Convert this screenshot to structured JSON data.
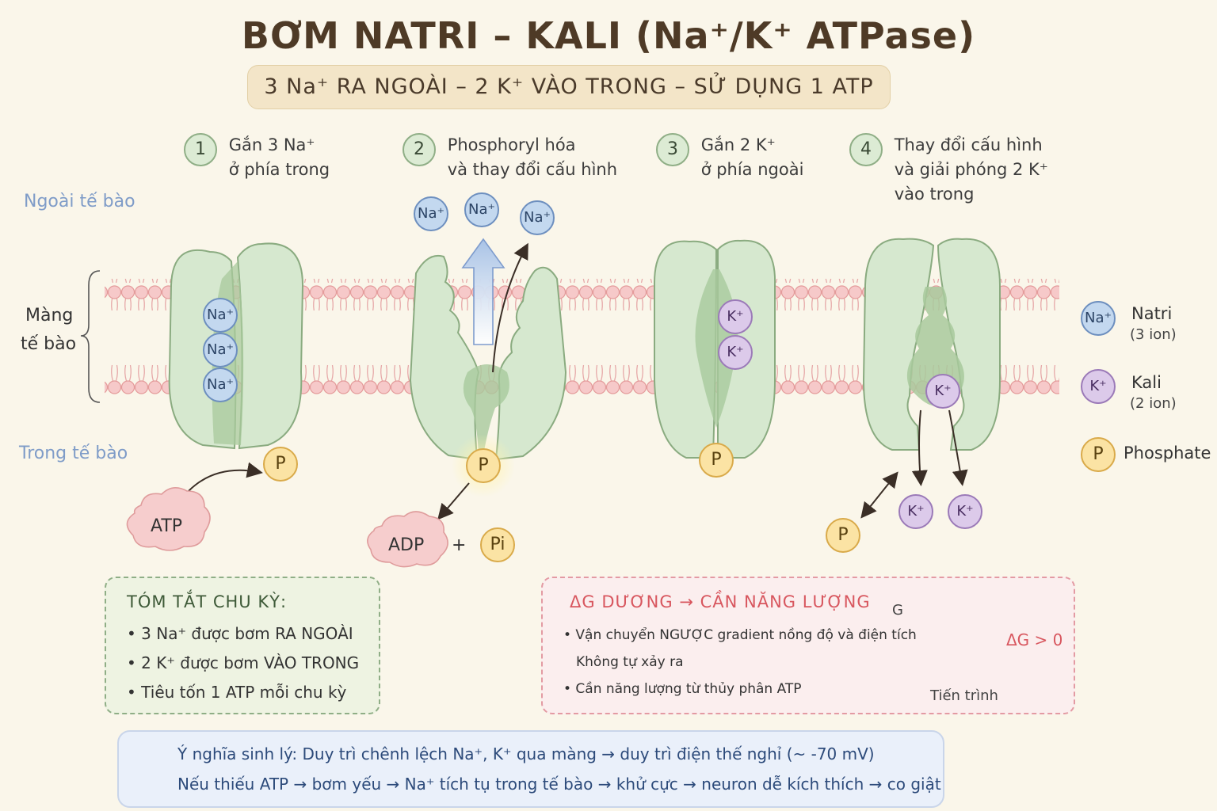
{
  "title": "BƠM NATRI – KALI (Na⁺/K⁺ ATPase)",
  "subtitle": "3 Na⁺ RA NGOÀI – 2 K⁺ VÀO TRONG – SỬ DỤNG 1 ATP",
  "side_labels": {
    "outside": "Ngoài tế bào",
    "membrane_line1": "Màng",
    "membrane_line2": "tế bào",
    "inside": "Trong tế bào"
  },
  "steps": [
    {
      "num": "1",
      "line1": "Gắn 3 Na⁺",
      "line2": "ở phía trong",
      "line3": ""
    },
    {
      "num": "2",
      "line1": "Phosphoryl hóa",
      "line2": "và thay đổi cấu hình",
      "line3": ""
    },
    {
      "num": "3",
      "line1": "Gắn 2 K⁺",
      "line2": "ở phía ngoài",
      "line3": ""
    },
    {
      "num": "4",
      "line1": "Thay đổi cấu hình",
      "line2": "và giải phóng 2 K⁺",
      "line3": "vào trong"
    }
  ],
  "ions": {
    "na": "Na⁺",
    "k": "K⁺",
    "p": "P",
    "pi": "Pi"
  },
  "molecules": {
    "atp": "ATP",
    "adp": "ADP",
    "plus": "+"
  },
  "legend": [
    {
      "symbol": "Na⁺",
      "label": "Natri",
      "sub": "(3 ion)",
      "type": "na"
    },
    {
      "symbol": "K⁺",
      "label": "Kali",
      "sub": "(2 ion)",
      "type": "k"
    },
    {
      "symbol": "P",
      "label": "Phosphate",
      "sub": "",
      "type": "p"
    }
  ],
  "summary": {
    "heading": "TÓM TẮT CHU KỲ:",
    "items": [
      "• 3 Na⁺ được bơm RA NGOÀI",
      "• 2 K⁺  được bơm VÀO TRONG",
      "• Tiêu tốn 1 ATP mỗi chu kỳ"
    ]
  },
  "energy": {
    "heading": "ΔG DƯƠNG → CẦN NĂNG LƯỢNG",
    "items": [
      "• Vận chuyển NGƯỢC gradient nồng độ và điện tích",
      "Không tự xảy ra",
      "• Cần năng lượng từ thủy phân ATP"
    ],
    "graph": {
      "ylabel": "G",
      "xlabel": "Tiến trình",
      "delta_label": "ΔG > 0"
    }
  },
  "note": {
    "line1": "Ý nghĩa sinh lý:  Duy trì chênh lệch Na⁺, K⁺ qua màng  →  duy trì điện thế nghỉ (~ -70 mV)",
    "line2": "Nếu thiếu ATP → bơm yếu → Na⁺ tích tụ trong tế bào → khử cực → neuron dễ kích thích → co giật"
  },
  "colors": {
    "background": "#faf6ea",
    "protein": "#d6e8cf",
    "protein_dark": "#a8c99c",
    "lipid_head": "#f6c9c9",
    "na": "#c3d8ef",
    "k": "#dccaea",
    "phosphate": "#fbe3a4",
    "energy_accent": "#d8575f"
  }
}
